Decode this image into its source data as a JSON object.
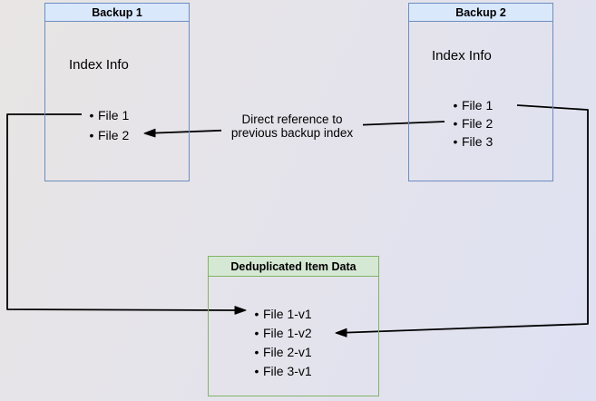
{
  "diagram": {
    "backup1": {
      "title": "Backup 1",
      "subtitle": "Index Info",
      "files": [
        "File 1",
        "File 2"
      ]
    },
    "backup2": {
      "title": "Backup 2",
      "subtitle": "Index Info",
      "files": [
        "File 1",
        "File 2",
        "File 3"
      ]
    },
    "dedup": {
      "title": "Deduplicated Item Data",
      "items": [
        "File 1-v1",
        "File 1-v2",
        "File 2-v1",
        "File 3-v1"
      ]
    },
    "edge_label": {
      "line1": "Direct reference to",
      "line2": "previous backup index"
    },
    "colors": {
      "blue_fill": "#dae8fc",
      "blue_stroke": "#6c8ebf",
      "green_fill": "#d5e8d4",
      "green_stroke": "#82b366",
      "connector": "#000000"
    },
    "icons": {
      "bullet": "•"
    }
  }
}
